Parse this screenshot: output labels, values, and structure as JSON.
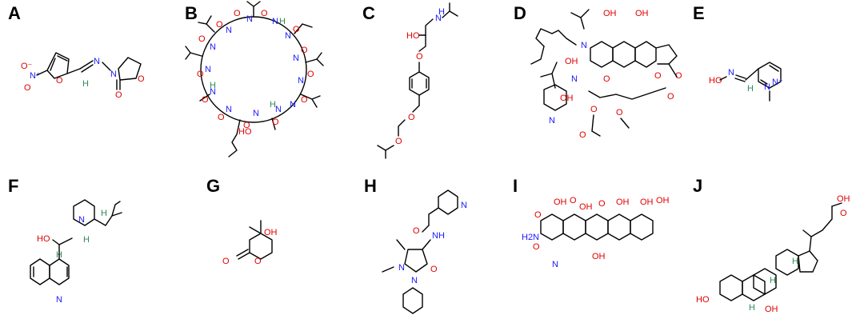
{
  "panels": [
    {
      "id": "A",
      "letter": "A"
    },
    {
      "id": "B",
      "letter": "B"
    },
    {
      "id": "C",
      "letter": "C"
    },
    {
      "id": "D",
      "letter": "D"
    },
    {
      "id": "E",
      "letter": "E"
    },
    {
      "id": "F",
      "letter": "F"
    },
    {
      "id": "G",
      "letter": "G"
    },
    {
      "id": "H",
      "letter": "H"
    },
    {
      "id": "I",
      "letter": "I"
    },
    {
      "id": "J",
      "letter": "J"
    }
  ],
  "atoms": {
    "O": "O",
    "N": "N",
    "H": "H",
    "OH": "OH",
    "HO": "HO",
    "NH": "NH",
    "H2N": "H2N",
    "Oplus_minus": "O⁻",
    "Nplus": "N⁺"
  },
  "colors": {
    "oxygen": "#e00000",
    "nitrogen": "#1a1aff",
    "hydrogen": "#2e8b57",
    "bond": "#000000"
  }
}
